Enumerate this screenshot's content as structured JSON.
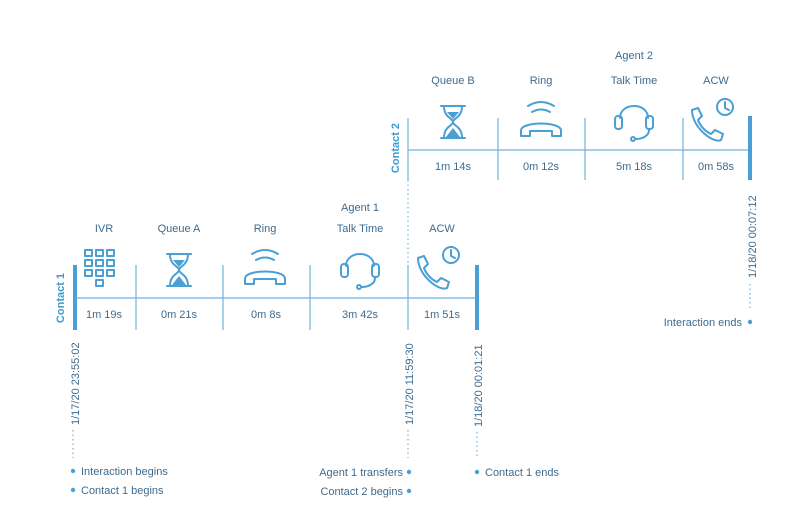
{
  "contact1": {
    "title": "Contact 1",
    "stages": [
      {
        "name": "IVR",
        "agent": "",
        "duration": "1m 19s",
        "icon": "keypad-icon"
      },
      {
        "name": "Queue A",
        "agent": "",
        "duration": "0m 21s",
        "icon": "hourglass-icon"
      },
      {
        "name": "Ring",
        "agent": "",
        "duration": "0m 8s",
        "icon": "ringing-phone-icon"
      },
      {
        "name": "Talk Time",
        "agent": "Agent 1",
        "duration": "3m 42s",
        "icon": "headset-icon"
      },
      {
        "name": "ACW",
        "agent": "",
        "duration": "1m 51s",
        "icon": "phone-clock-icon"
      }
    ]
  },
  "contact2": {
    "title": "Contact 2",
    "stages": [
      {
        "name": "Queue B",
        "agent": "",
        "duration": "1m 14s",
        "icon": "hourglass-icon"
      },
      {
        "name": "Ring",
        "agent": "",
        "duration": "0m 12s",
        "icon": "ringing-phone-icon"
      },
      {
        "name": "Talk Time",
        "agent": "Agent 2",
        "duration": "5m 18s",
        "icon": "headset-icon"
      },
      {
        "name": "ACW",
        "agent": "",
        "duration": "0m 58s",
        "icon": "phone-clock-icon"
      }
    ]
  },
  "timestamps": {
    "t1": "1/17/20 23:55:02",
    "t2": "1/17/20 11:59:30",
    "t3": "1/18/20 00:01:21",
    "t4": "1/18/20 00:07:12"
  },
  "events": {
    "interaction_begins": "Interaction begins",
    "contact1_begins": "Contact 1 begins",
    "agent1_transfers": "Agent 1 transfers",
    "contact2_begins": "Contact 2 begins",
    "contact1_ends": "Contact 1 ends",
    "interaction_ends": "Interaction ends"
  },
  "colors": {
    "accent": "#4a9fd4",
    "text": "#3f6b8e"
  }
}
